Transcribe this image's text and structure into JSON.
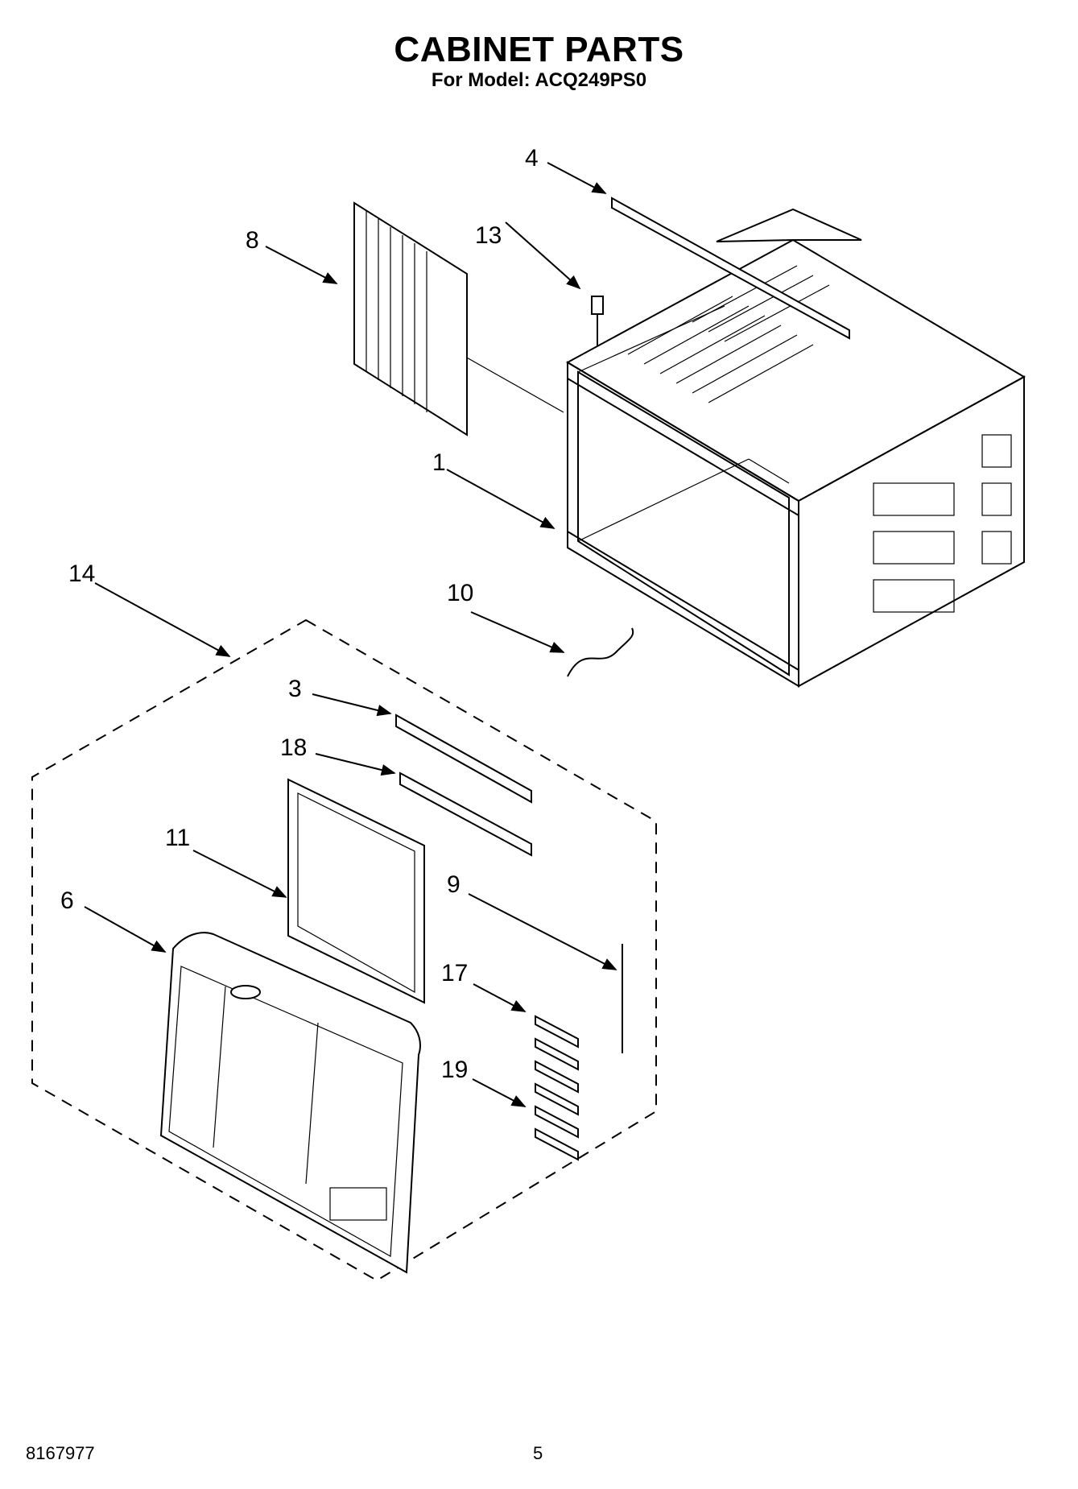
{
  "header": {
    "title": "CABINET PARTS",
    "subtitle": "For Model: ACQ249PS0"
  },
  "footer": {
    "doc_number": "8167977",
    "page_number": "5"
  },
  "callouts": [
    "4",
    "8",
    "13",
    "1",
    "14",
    "10",
    "3",
    "18",
    "11",
    "9",
    "6",
    "17",
    "19"
  ]
}
